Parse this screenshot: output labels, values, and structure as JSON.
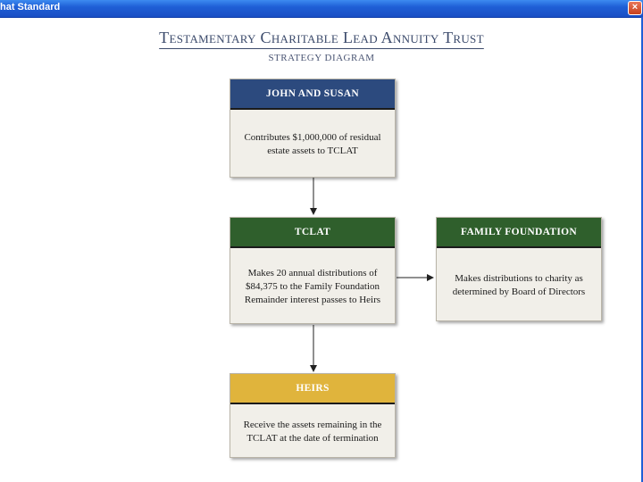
{
  "window": {
    "title": "hat Standard",
    "close_glyph": "×"
  },
  "heading": {
    "title": "Testamentary Charitable Lead Annuity Trust",
    "subtitle": "STRATEGY DIAGRAM"
  },
  "boxes": {
    "donors": {
      "header": "JOHN AND SUSAN",
      "body": "Contributes $1,000,000 of residual estate assets to TCLAT"
    },
    "tclat": {
      "header": "TCLAT",
      "body": "Makes 20 annual distributions of $84,375 to the Family Foundation Remainder interest passes to Heirs"
    },
    "foundation": {
      "header": "FAMILY FOUNDATION",
      "body": "Makes distributions to charity as determined by Board of Directors"
    },
    "heirs": {
      "header": "HEIRS",
      "body": "Receive the assets remaining in the TCLAT at the date of termination"
    }
  },
  "colors": {
    "donors_header": "#2c4a7e",
    "tclat_header": "#2f5f2c",
    "foundation_header": "#2f5f2c",
    "heirs_header": "#e0b43c",
    "box_body": "#f1efe9",
    "title_text": "#3b4a6b"
  }
}
